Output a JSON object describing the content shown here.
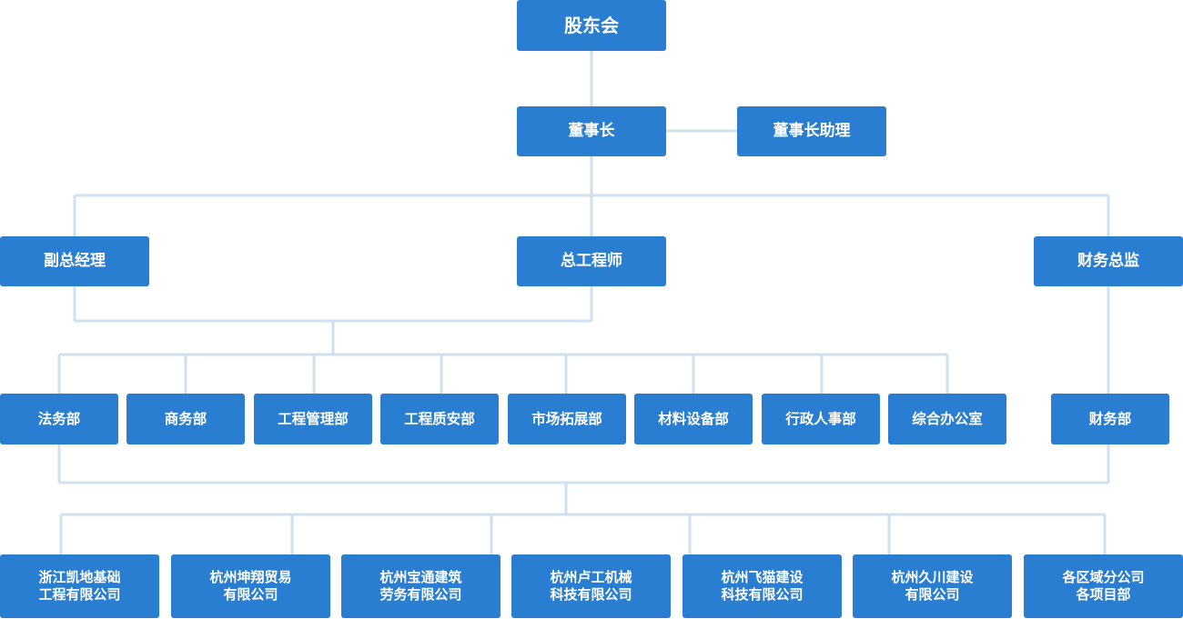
{
  "diagram": {
    "shareholders": "股东会",
    "chairman": "董事长",
    "chairman_assistant": "董事长助理",
    "vice_gm": "副总经理",
    "chief_engineer": "总工程师",
    "finance_director": "财务总监",
    "departments": [
      "法务部",
      "商务部",
      "工程管理部",
      "工程质安部",
      "市场拓展部",
      "材料设备部",
      "行政人事部",
      "综合办公室"
    ],
    "finance_department": "财务部",
    "subsidiaries": [
      [
        "浙江凯地基础",
        "工程有限公司"
      ],
      [
        "杭州坤翔贸易",
        "有限公司"
      ],
      [
        "杭州宝通建筑",
        "劳务有限公司"
      ],
      [
        "杭州卢工机械",
        "科技有限公司"
      ],
      [
        "杭州飞猫建设",
        "科技有限公司"
      ],
      [
        "杭州久川建设",
        "有限公司"
      ],
      [
        "各区域分公司",
        "各项目部"
      ]
    ],
    "colors": {
      "box": "#2a7ed2",
      "line": "#cfe0ee",
      "text": "#ffffff"
    }
  }
}
